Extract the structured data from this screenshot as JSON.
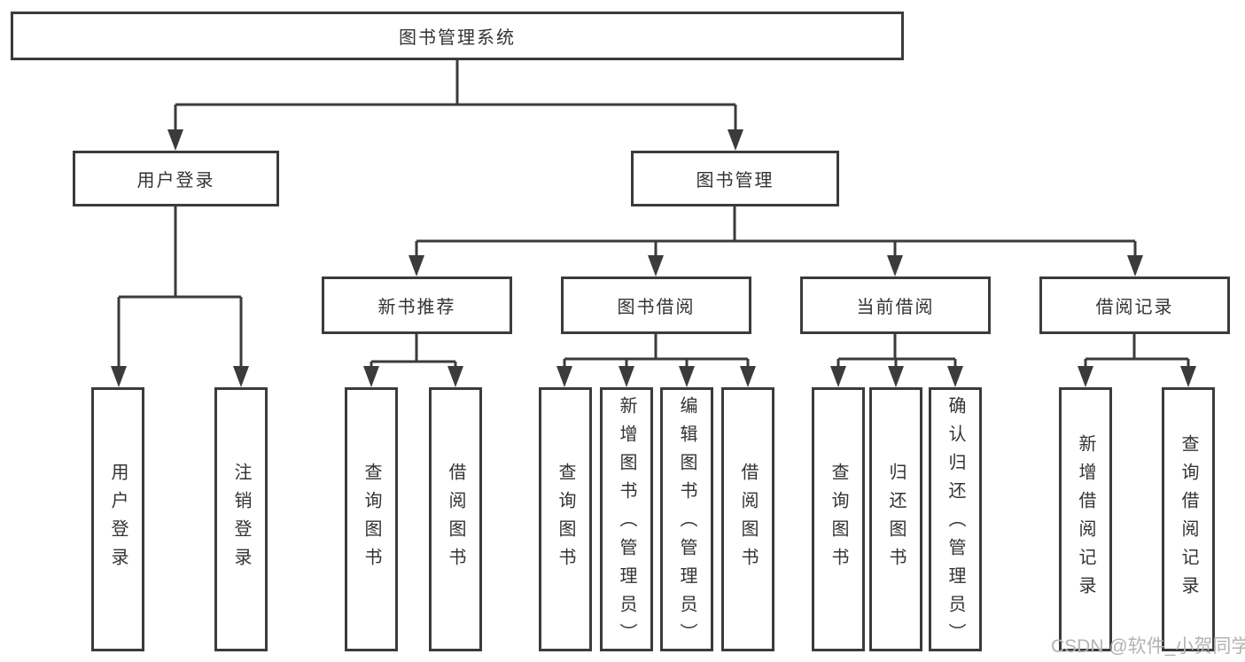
{
  "diagram": {
    "root": "图书管理系统",
    "level1": [
      "用户登录",
      "图书管理"
    ],
    "level2": [
      "新书推荐",
      "图书借阅",
      "当前借阅",
      "借阅记录"
    ],
    "leaves": {
      "user_login": [
        "用户登录",
        "注销登录"
      ],
      "new_book": [
        "查询图书",
        "借阅图书"
      ],
      "book_borrow": [
        "查询图书",
        "新增图书（管理员）",
        "编辑图书（管理员）",
        "借阅图书"
      ],
      "current_borrow": [
        "查询图书",
        "归还图书",
        "确认归还（管理员）"
      ],
      "borrow_record": [
        "新增借阅记录",
        "查询借阅记录"
      ]
    }
  },
  "colors": {
    "line": "#3b3b3b",
    "text": "#333333",
    "background": "#ffffff",
    "watermark": "#b3b3b3"
  },
  "watermark": "CSDN @软件_小贺同学"
}
